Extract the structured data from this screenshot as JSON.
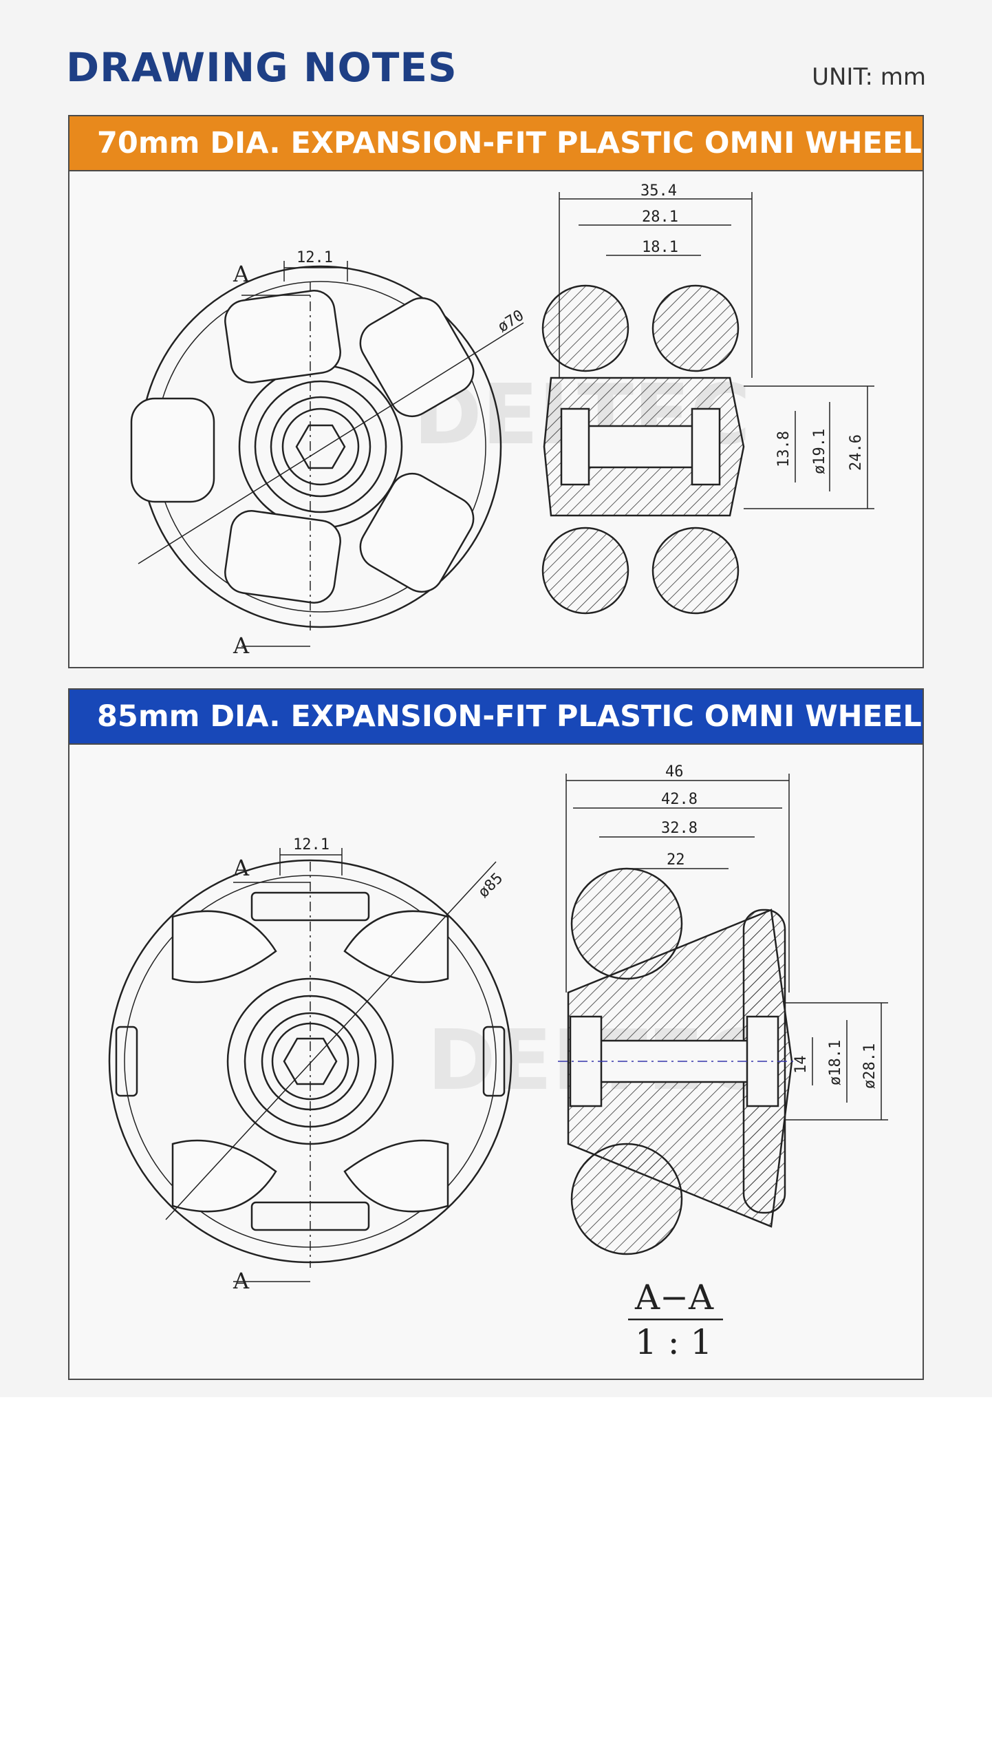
{
  "header": {
    "title": "DRAWING NOTES",
    "unit": "UNIT: mm"
  },
  "wheel_70": {
    "bar_title": "70mm DIA. EXPANSION-FIT PLASTIC OMNI WHEEL",
    "section_mark": "A",
    "front_dims": {
      "hub_width": "12.1",
      "outer_dia": "ø70"
    },
    "side_dims": {
      "w1": "35.4",
      "w2": "28.1",
      "w3": "18.1",
      "d1": "13.8",
      "d2": "ø19.1",
      "d3": "24.6"
    },
    "watermark": "DELTEC"
  },
  "wheel_85": {
    "bar_title": "85mm DIA. EXPANSION-FIT PLASTIC OMNI WHEEL",
    "section_mark": "A",
    "front_dims": {
      "hub_width": "12.1",
      "outer_dia": "ø85"
    },
    "side_dims": {
      "w1": "46",
      "w2": "42.8",
      "w3": "32.8",
      "w4": "22",
      "d1": "14",
      "d2": "ø18.1",
      "d3": "ø28.1"
    },
    "section_label": "A−A",
    "scale": "1 : 1",
    "watermark": "DELTEC"
  },
  "colors": {
    "title": "#1e3f85",
    "bar_70": "#e8891c",
    "bar_85": "#1848b8"
  }
}
